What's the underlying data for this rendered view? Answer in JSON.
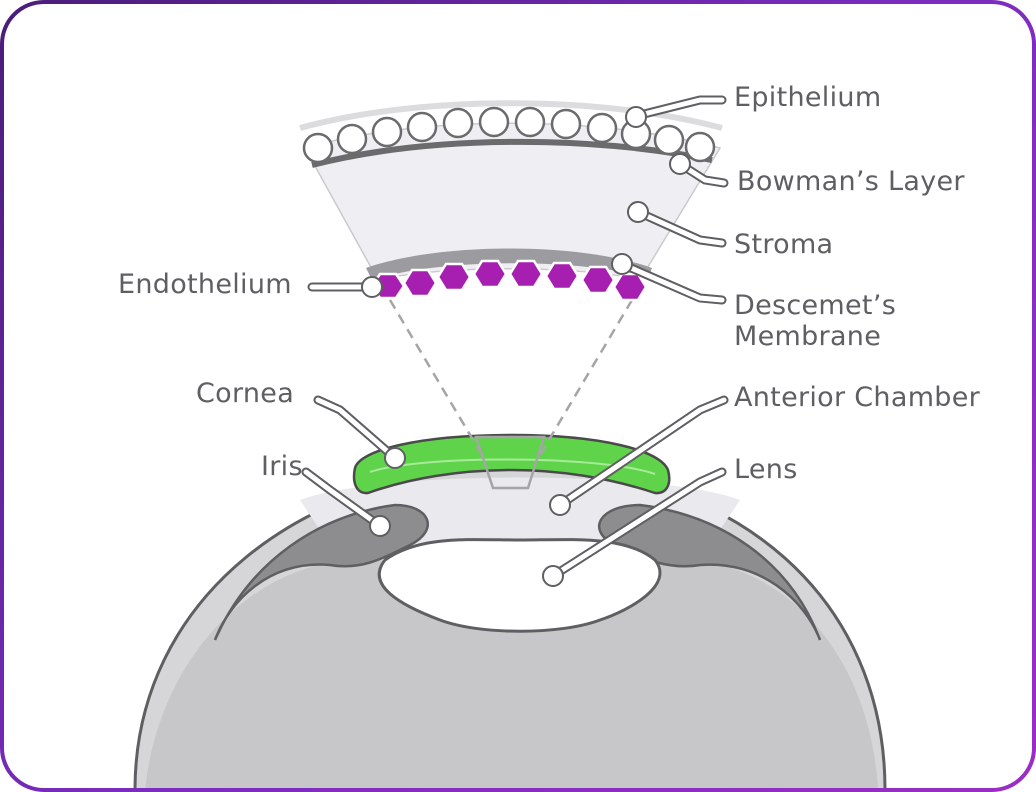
{
  "labels": {
    "epithelium": "Epithelium",
    "bowmans_layer": "Bowman’s Layer",
    "stroma": "Stroma",
    "descemets_line1": "Descemet’s",
    "descemets_line2": "Membrane",
    "endothelium": "Endothelium",
    "cornea": "Cornea",
    "iris": "Iris",
    "anterior_chamber": "Anterior Chamber",
    "lens": "Lens"
  },
  "colors": {
    "frame_gradient_start": "#4a1d7a",
    "frame_gradient_end": "#9a2ec4",
    "cornea": "#5fd44a",
    "endothelium_cells": "#a61fb0",
    "stroma": "#f0f0f3",
    "eye_body": "#c9c9cb",
    "iris": "#8a8a8c",
    "label_text": "#5f5f63"
  }
}
